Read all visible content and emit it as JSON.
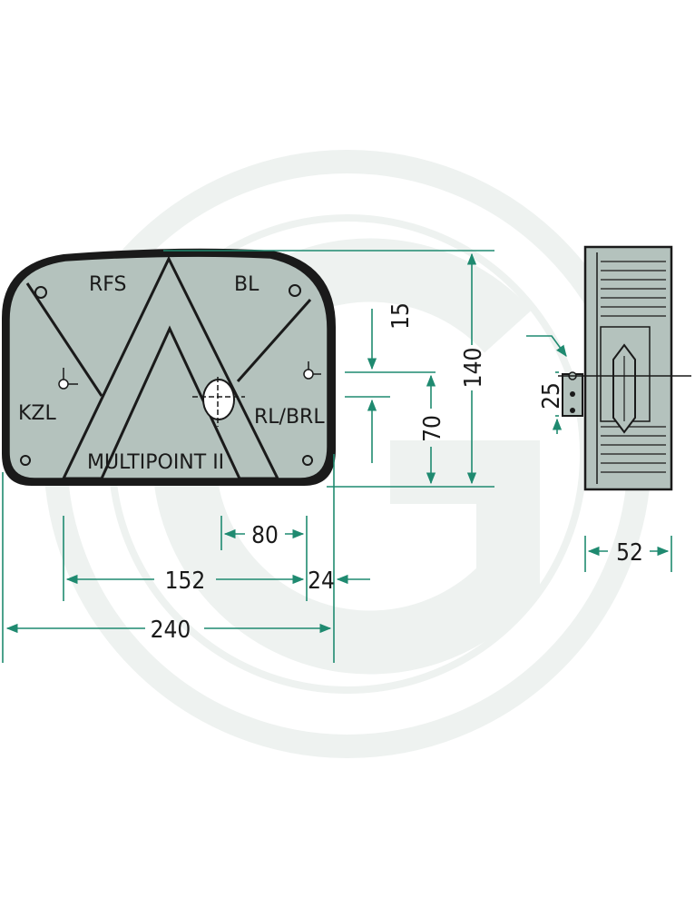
{
  "colors": {
    "lamp_fill": "#b4c2bd",
    "lamp_stroke": "#1a1a1a",
    "dimension_line": "#1f8a70",
    "watermark": "#eef2f0"
  },
  "lamp_labels": {
    "rfs": "RFS",
    "bl": "BL",
    "kzl": "KZL",
    "rl_brl": "RL/BRL",
    "model": "MULTIPOINT II"
  },
  "dimensions": {
    "d240": "240",
    "d152": "152",
    "d80": "80",
    "d24": "24",
    "d140": "140",
    "d70": "70",
    "d15": "15",
    "d25": "25",
    "d52": "52"
  }
}
